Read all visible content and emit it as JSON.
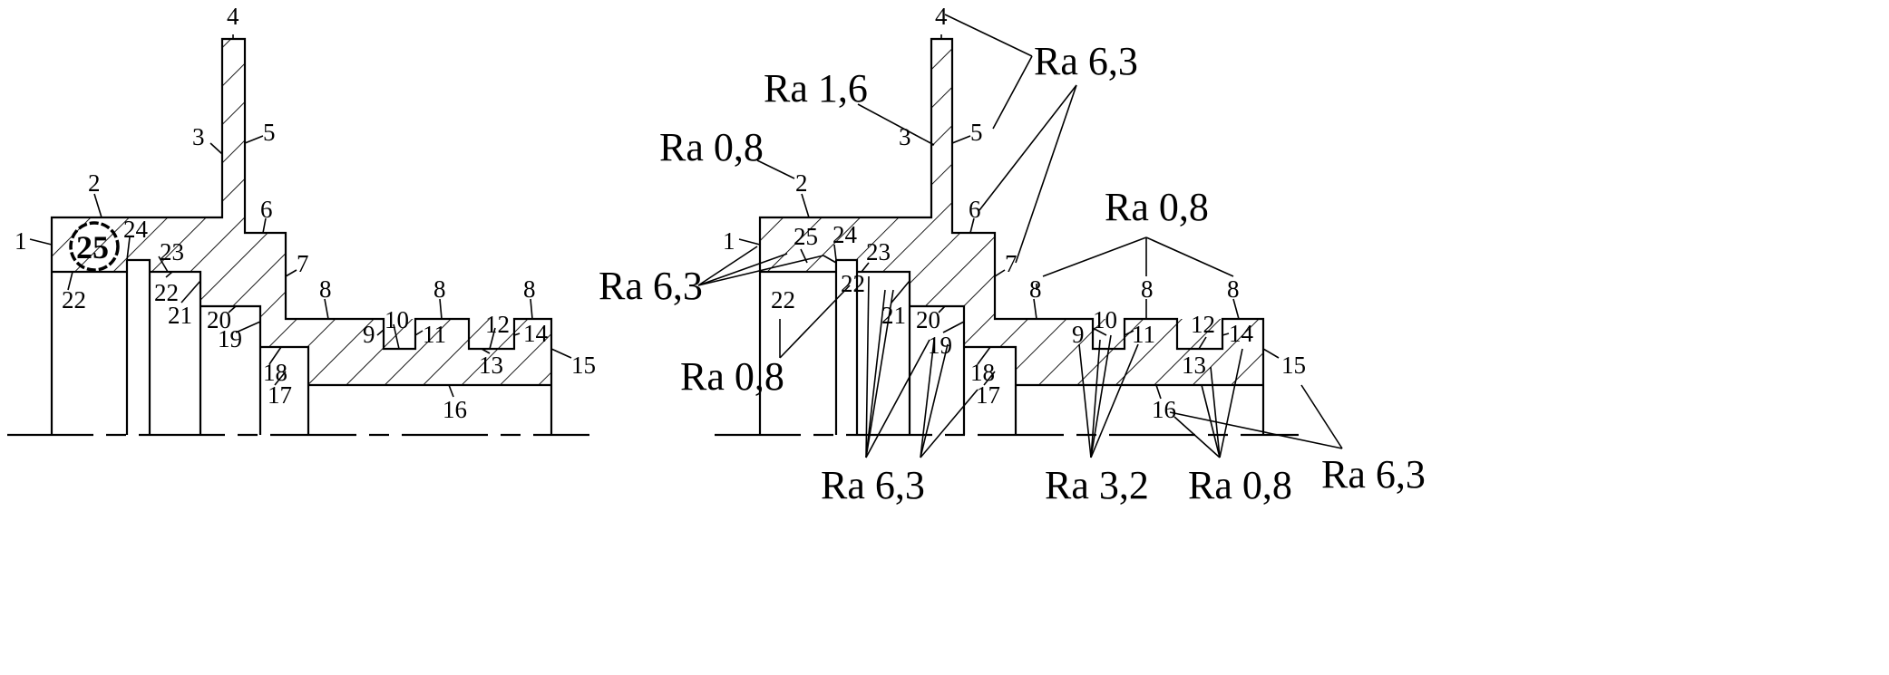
{
  "left_view": {
    "surface_labels": [
      "1",
      "2",
      "3",
      "4",
      "5",
      "6",
      "7",
      "8",
      "8",
      "8",
      "9",
      "10",
      "11",
      "12",
      "13",
      "14",
      "15",
      "16",
      "17",
      "18",
      "19",
      "20",
      "21",
      "22",
      "22",
      "23",
      "24"
    ],
    "highlighted_surface": "25"
  },
  "right_view": {
    "surface_labels": [
      "1",
      "2",
      "3",
      "4",
      "5",
      "6",
      "7",
      "8",
      "8",
      "8",
      "9",
      "10",
      "11",
      "12",
      "13",
      "14",
      "15",
      "16",
      "17",
      "18",
      "19",
      "20",
      "21",
      "22",
      "22",
      "23",
      "24",
      "25"
    ],
    "roughness": [
      "Ra 6,3",
      "Ra 1,6",
      "Ra 0,8",
      "Ra 0,8",
      "Ra 6,3",
      "Ra 0,8",
      "Ra 6,3",
      "Ra 3,2",
      "Ra 0,8",
      "Ra 6,3"
    ]
  }
}
